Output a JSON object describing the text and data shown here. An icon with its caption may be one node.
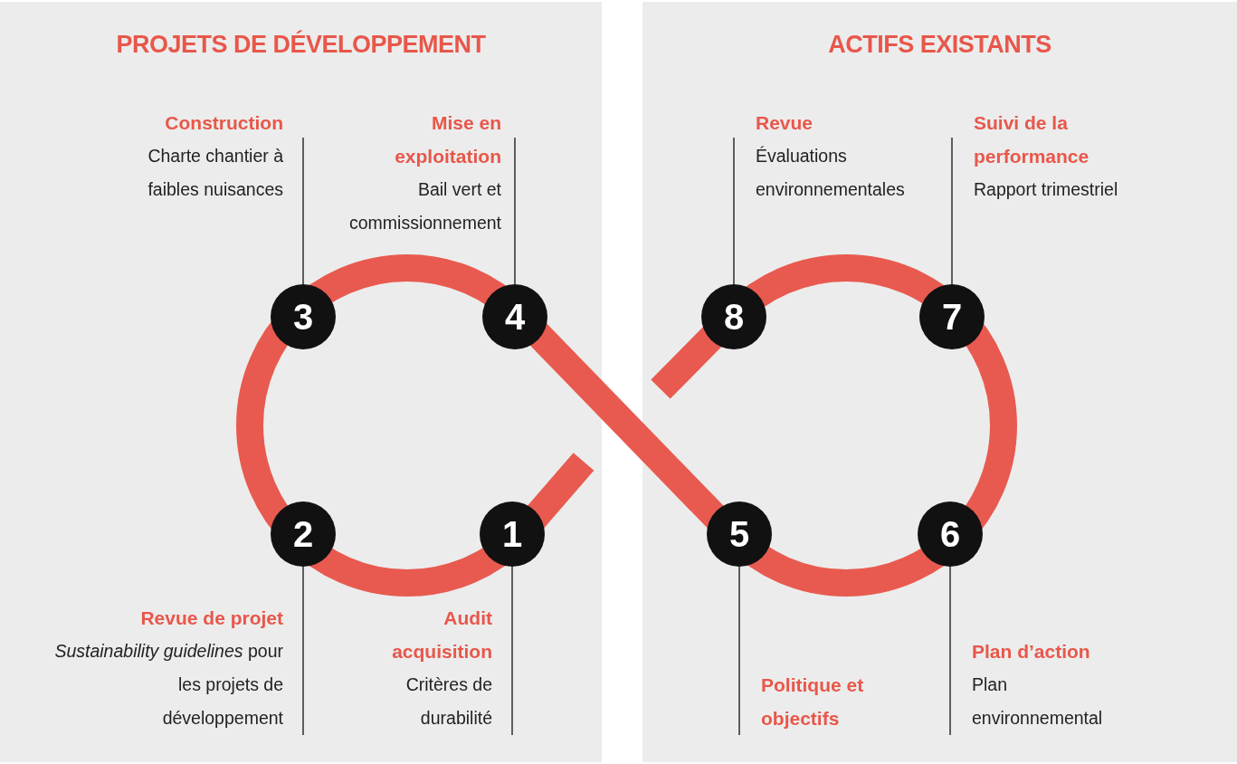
{
  "diagram": {
    "nodes": [
      {
        "text": [
          "PROJETS DE DÉVELOPPEMENT"
        ]
      },
      {
        "text": [
          "ACTIFS EXISTANTS"
        ]
      },
      {
        "text": [
          "Construction",
          "Charte chantier à faibles nuisances"
        ],
        "in": 0
      },
      {
        "text": [
          "Mise en exploitation",
          "Bail vert et commissionnement"
        ],
        "in": 0
      },
      {
        "text": [
          "3"
        ],
        "in": 0
      },
      {
        "text": [
          "4"
        ],
        "in": 0
      },
      {
        "text": [
          "2"
        ],
        "in": 0
      },
      {
        "text": [
          "1"
        ],
        "in": 0
      },
      {
        "text": [
          "Revue de projet",
          "*Sustainability guidelines* pour les projets de développement"
        ],
        "in": 0
      },
      {
        "text": [
          "Audit acquisition",
          "Critères de durabilité"
        ],
        "in": 0
      },
      {
        "text": [
          "Revue",
          "Évaluations environnementales"
        ],
        "in": 1
      },
      {
        "text": [
          "Suivi de la performance",
          "Rapport trimestriel"
        ],
        "in": 1
      },
      {
        "text": [
          "8"
        ],
        "in": 1
      },
      {
        "text": [
          "7"
        ],
        "in": 1
      },
      {
        "text": [
          "5"
        ],
        "in": 1
      },
      {
        "text": [
          "6"
        ],
        "in": 1
      },
      {
        "text": [
          "Politique et objectifs"
        ],
        "in": 1
      },
      {
        "text": [
          "Plan d’action",
          "Plan environnemental"
        ],
        "in": 1
      }
    ],
    "edges": [
      {
        "from": 2,
        "to": 4,
        "arrow": "none"
      },
      {
        "from": 3,
        "to": 5,
        "arrow": "none"
      },
      {
        "from": 6,
        "to": 8,
        "arrow": "none"
      },
      {
        "from": 7,
        "to": 9,
        "arrow": "none"
      },
      {
        "from": 10,
        "to": 12,
        "arrow": "none"
      },
      {
        "from": 11,
        "to": 13,
        "arrow": "none"
      },
      {
        "from": 14,
        "to": 16,
        "arrow": "none"
      },
      {
        "from": 15,
        "to": 17,
        "arrow": "none"
      }
    ]
  }
}
